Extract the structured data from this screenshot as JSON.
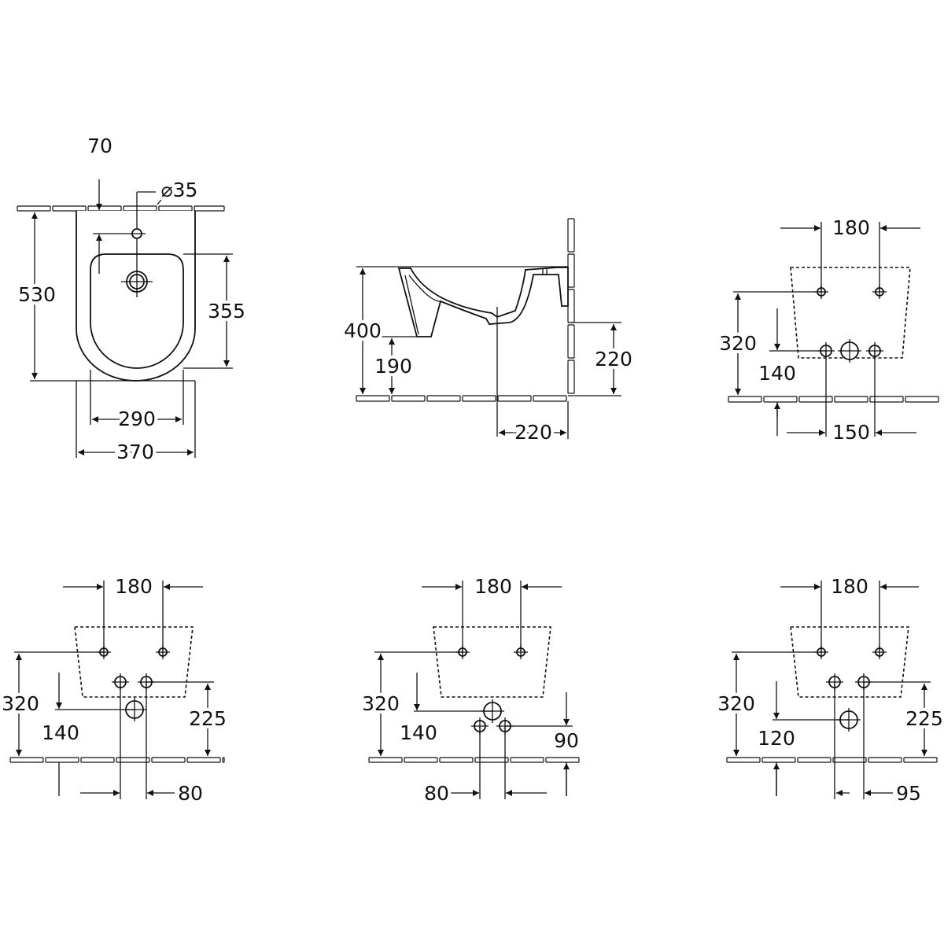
{
  "front_view": {
    "top_offset": "70",
    "hole_diameter": "⌀35",
    "height": "530",
    "bowl_length": "355",
    "bowl_width": "290",
    "width": "370"
  },
  "side_view": {
    "height": "400",
    "foot_height": "190",
    "outlet_height": "220",
    "outlet_distance": "220"
  },
  "rear_view_1": {
    "bolt_spacing": "180",
    "bolt_height": "320",
    "inlet_height": "140",
    "inlet_spacing": "150"
  },
  "rear_view_2": {
    "bolt_spacing": "180",
    "bolt_height": "320",
    "drain_height": "140",
    "inlet_height": "225",
    "inlet_spacing": "80"
  },
  "rear_view_3": {
    "bolt_spacing": "180",
    "bolt_height": "320",
    "drain_height": "140",
    "inlet_height": "90",
    "inlet_spacing": "80"
  },
  "rear_view_4": {
    "bolt_spacing": "180",
    "bolt_height": "320",
    "drain_height": "120",
    "inlet_height": "225",
    "inlet_spacing": "95"
  }
}
